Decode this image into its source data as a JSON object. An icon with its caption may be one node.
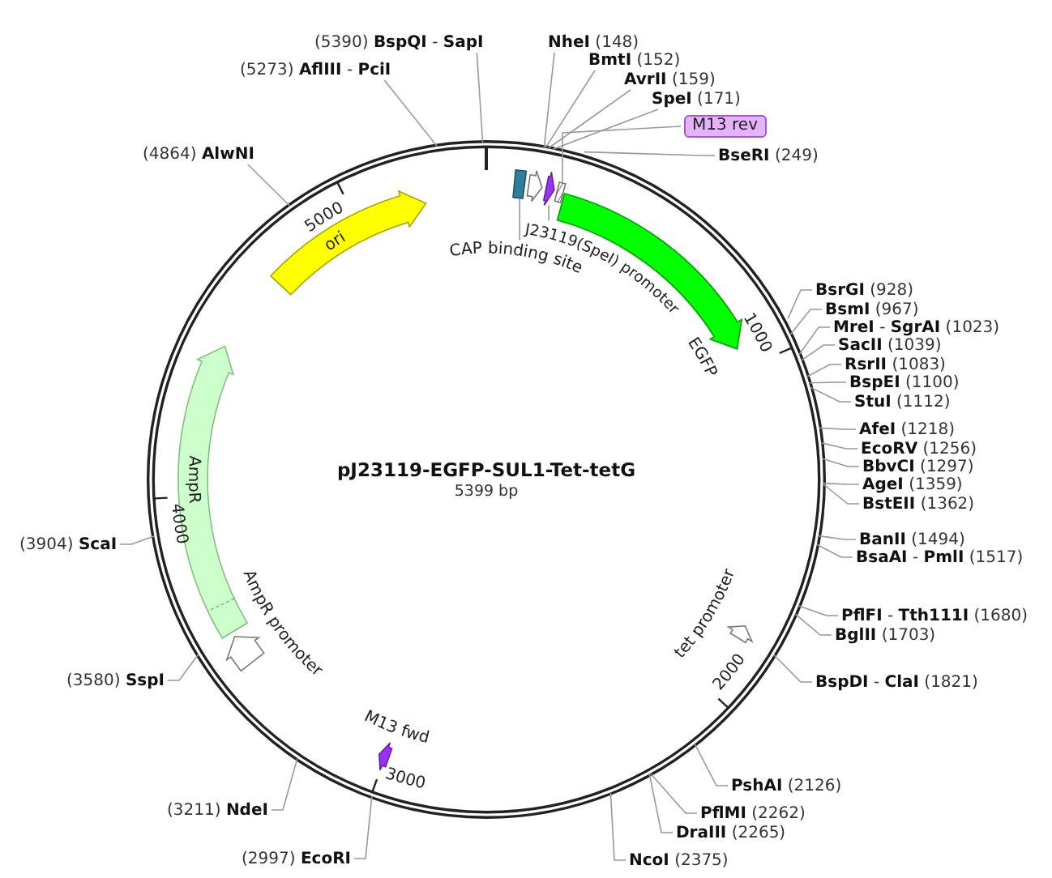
{
  "diagram": {
    "title": "pJ23119-EGFP-SUL1-Tet-tetG",
    "nodes": [
      {
        "text": [
          "(5390) **BspQI** - **SapI**"
        ]
      },
      {
        "text": [
          "(5273) **AflIII** - **PciI**"
        ]
      },
      {
        "text": [
          "**NheI** (148)"
        ]
      },
      {
        "text": [
          "**BmtI** (152)"
        ]
      },
      {
        "text": [
          "**AvrII** (159)"
        ]
      },
      {
        "text": [
          "**SpeI** (171)"
        ]
      },
      {
        "text": [
          "M13 rev"
        ]
      },
      {
        "text": [
          "(4864) **AlwNI**"
        ]
      },
      {
        "text": [
          "**BseRI** (249)"
        ]
      },
      {
        "text": [
          "**BsrGI** (928)"
        ]
      },
      {
        "text": [
          "**BsmI** (967)"
        ]
      },
      {
        "text": [
          "**MreI** - **SgrAI** (1023)"
        ]
      },
      {
        "text": [
          "**SacII** (1039)"
        ]
      },
      {
        "text": [
          "**RsrII** (1083)"
        ]
      },
      {
        "text": [
          "**BspEI** (1100)"
        ]
      },
      {
        "text": [
          "**StuI** (1112)"
        ]
      },
      {
        "text": [
          "**AfeI** (1218)"
        ]
      },
      {
        "text": [
          "**EcoRV** (1256)"
        ]
      },
      {
        "text": [
          "**BbvCI** (1297)"
        ]
      },
      {
        "text": [
          "**AgeI** (1359)"
        ]
      },
      {
        "text": [
          "**BstEII** (1362)"
        ]
      },
      {
        "text": [
          "**BanII** (1494)"
        ]
      },
      {
        "text": [
          "**BsaAI** - **PmlI** (1517)"
        ]
      },
      {
        "text": [
          "(3904) **ScaI**"
        ]
      },
      {
        "text": [
          "**PflFI** - **Tth111I** (1680)"
        ]
      },
      {
        "text": [
          "**BglII** (1703)"
        ]
      },
      {
        "text": [
          "(3580) **SspI**"
        ]
      },
      {
        "text": [
          "**BspDI** - **ClaI** (1821)"
        ]
      },
      {
        "text": [
          "**PshAI** (2126)"
        ]
      },
      {
        "text": [
          "(3211) **NdeI**"
        ]
      },
      {
        "text": [
          "**PflMI** (2262)"
        ]
      },
      {
        "text": [
          "**DraIII** (2265)"
        ]
      },
      {
        "text": [
          "(2997) **EcoRI**"
        ]
      },
      {
        "text": [
          "**NcoI** (2375)"
        ]
      },
      {
        "text": [
          "ori"
        ]
      },
      {
        "text": [
          "CAP binding site"
        ]
      },
      {
        "text": [],
        "shape": "box"
      },
      {
        "text": [
          "J23119(SpeI) promoter"
        ]
      },
      {
        "text": [],
        "shape": "arrow"
      },
      {
        "text": [
          "EGFP"
        ]
      },
      {
        "text": [
          "tet promoter"
        ]
      },
      {
        "text": [
          "M13 fwd"
        ]
      },
      {
        "text": [
          "AmpR promoter"
        ]
      },
      {
        "text": [
          "AmpR"
        ]
      },
      {
        "text": [],
        "shape": "arrow"
      },
      {
        "text": [],
        "shape": "box"
      }
    ],
    "edges": [
      {
        "from": 0,
        "to": null,
        "arrow": "none"
      },
      {
        "from": 1,
        "to": null,
        "arrow": "none"
      },
      {
        "from": 2,
        "to": null,
        "arrow": "none"
      },
      {
        "from": 3,
        "to": null,
        "arrow": "none"
      },
      {
        "from": 4,
        "to": null,
        "arrow": "none"
      },
      {
        "from": 5,
        "to": null,
        "arrow": "none"
      },
      {
        "from": 6,
        "to": 45,
        "arrow": "none"
      },
      {
        "from": 7,
        "to": null,
        "arrow": "none"
      },
      {
        "from": 8,
        "to": null,
        "arrow": "none"
      },
      {
        "from": 9,
        "to": null,
        "arrow": "none"
      },
      {
        "from": 10,
        "to": null,
        "arrow": "none"
      },
      {
        "from": 11,
        "to": null,
        "arrow": "none"
      },
      {
        "from": 12,
        "to": null,
        "arrow": "none"
      },
      {
        "from": 13,
        "to": null,
        "arrow": "none"
      },
      {
        "from": 14,
        "to": null,
        "arrow": "none"
      },
      {
        "from": 15,
        "to": null,
        "arrow": "none"
      },
      {
        "from": 16,
        "to": null,
        "arrow": "none"
      },
      {
        "from": 17,
        "to": null,
        "arrow": "none"
      },
      {
        "from": 18,
        "to": null,
        "arrow": "none"
      },
      {
        "from": 19,
        "to": null,
        "arrow": "none"
      },
      {
        "from": 20,
        "to": null,
        "arrow": "none"
      },
      {
        "from": 21,
        "to": null,
        "arrow": "none"
      },
      {
        "from": 22,
        "to": null,
        "arrow": "none"
      },
      {
        "from": 23,
        "to": null,
        "arrow": "none"
      },
      {
        "from": 24,
        "to": null,
        "arrow": "none"
      },
      {
        "from": 25,
        "to": null,
        "arrow": "none"
      },
      {
        "from": 26,
        "to": null,
        "arrow": "none"
      },
      {
        "from": 27,
        "to": null,
        "arrow": "none"
      },
      {
        "from": 28,
        "to": null,
        "arrow": "none"
      },
      {
        "from": 29,
        "to": null,
        "arrow": "none"
      },
      {
        "from": 30,
        "to": null,
        "arrow": "none"
      },
      {
        "from": 31,
        "to": null,
        "arrow": "none"
      },
      {
        "from": 32,
        "to": null,
        "arrow": "none"
      },
      {
        "from": 33,
        "to": null,
        "arrow": "none"
      },
      {
        "from": 35,
        "to": 36,
        "arrow": "none"
      },
      {
        "from": 37,
        "to": 44,
        "arrow": "none"
      }
    ],
    "labels": [
      "5399 bp",
      "1000",
      "2000",
      "3000",
      "4000",
      "5000"
    ]
  }
}
